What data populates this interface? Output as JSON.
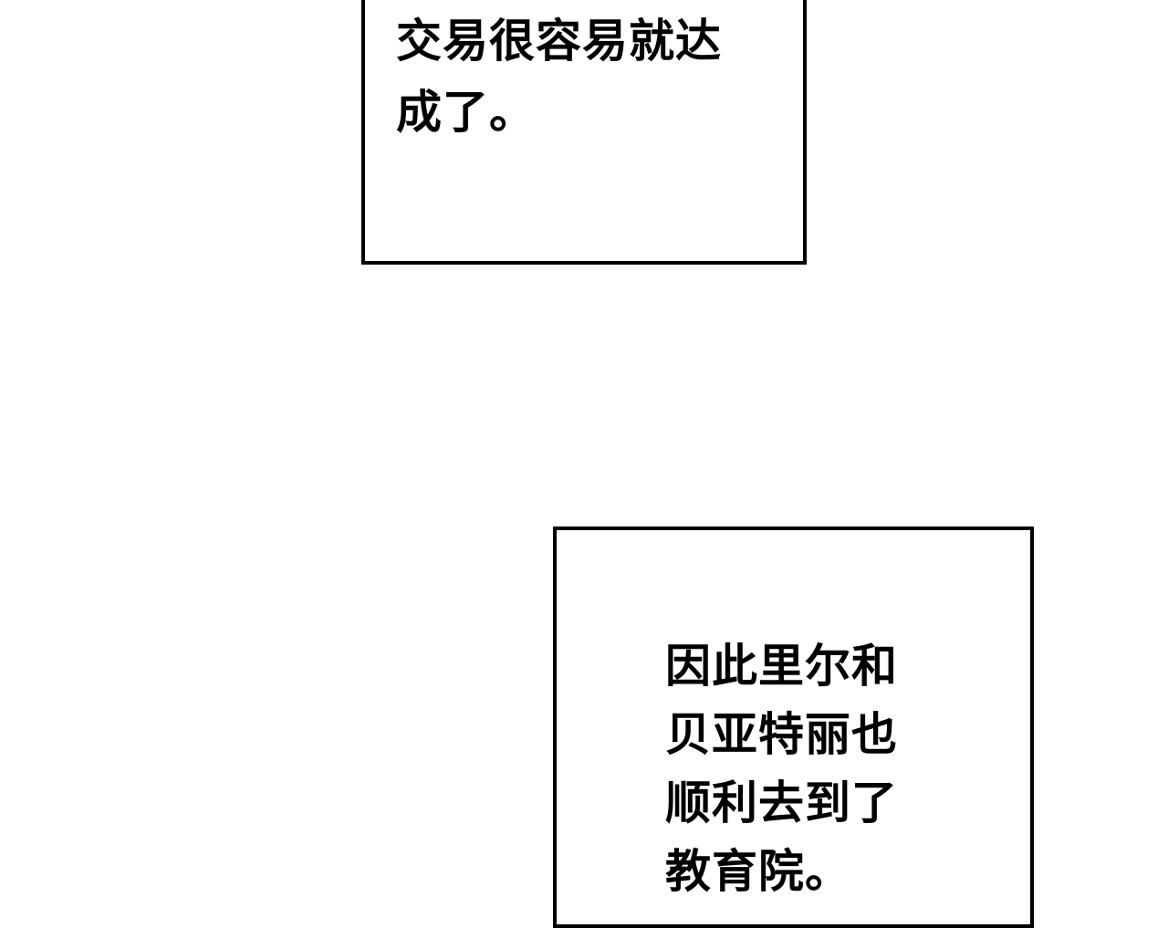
{
  "panels": [
    {
      "lines": [
        "交易很容易就达",
        "成了。"
      ]
    },
    {
      "lines": [
        "因此里尔和",
        "贝亚特丽也",
        "顺利去到了",
        "教育院。"
      ]
    }
  ],
  "colors": {
    "border": "#000000",
    "text": "#000000",
    "background": "#ffffff"
  }
}
